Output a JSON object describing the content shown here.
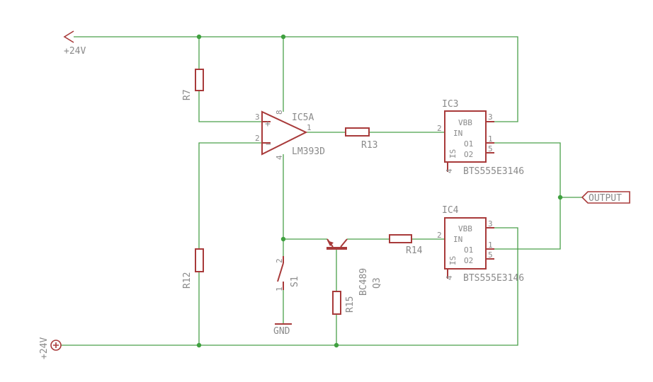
{
  "supply": {
    "top_label": "+24V",
    "bottom_label": "+24V"
  },
  "comparator": {
    "name": "IC5A",
    "value": "LM393D",
    "pin_plus": "3",
    "pin_minus": "2",
    "pin_out": "1",
    "pin_vcc": "8",
    "pin_gnd": "4",
    "plus_sign": "+",
    "minus_sign": "−"
  },
  "resistors": {
    "r7": "R7",
    "r12": "R12",
    "r13": "R13",
    "r14": "R14",
    "r15": "R15"
  },
  "ic3": {
    "name": "IC3",
    "value": "BTS555E3146",
    "vbb": "VBB",
    "in": "IN",
    "is": "IS",
    "o1": "O1",
    "o2": "O2",
    "p_in": "2",
    "p_vbb": "3",
    "p_o1": "1",
    "p_o2": "5",
    "p_is": "4"
  },
  "ic4": {
    "name": "IC4",
    "value": "BTS555E3146",
    "vbb": "VBB",
    "in": "IN",
    "is": "IS",
    "o1": "O1",
    "o2": "O2",
    "p_in": "2",
    "p_vbb": "3",
    "p_o1": "1",
    "p_o2": "5",
    "p_is": "4"
  },
  "transistor": {
    "name": "Q3",
    "value": "BC489"
  },
  "switch": {
    "name": "S1",
    "pin1": "1",
    "pin2": "2"
  },
  "ground": {
    "label": "GND"
  },
  "output": {
    "label": "OUTPUT"
  }
}
